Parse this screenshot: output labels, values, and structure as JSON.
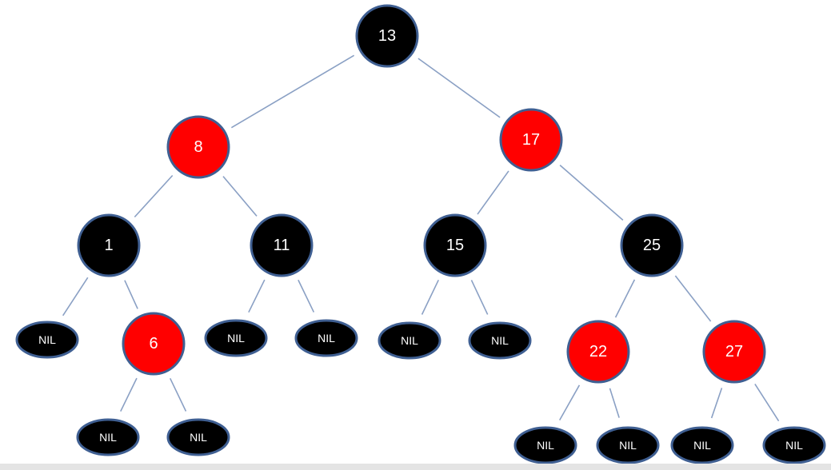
{
  "colors": {
    "black_node": "#000000",
    "red_node": "#ff0000",
    "node_border": "#3f5f92",
    "edge": "#8aa0c4",
    "label": "#ffffff"
  },
  "tree": {
    "nodes": [
      {
        "id": "n13",
        "label": "13",
        "color": "black"
      },
      {
        "id": "n8",
        "label": "8",
        "color": "red"
      },
      {
        "id": "n17",
        "label": "17",
        "color": "red"
      },
      {
        "id": "n1",
        "label": "1",
        "color": "black"
      },
      {
        "id": "n11",
        "label": "11",
        "color": "black"
      },
      {
        "id": "n15",
        "label": "15",
        "color": "black"
      },
      {
        "id": "n25",
        "label": "25",
        "color": "black"
      },
      {
        "id": "n6",
        "label": "6",
        "color": "red"
      },
      {
        "id": "n22",
        "label": "22",
        "color": "red"
      },
      {
        "id": "n27",
        "label": "27",
        "color": "red"
      },
      {
        "id": "nil1",
        "label": "NIL",
        "color": "black"
      },
      {
        "id": "nil6a",
        "label": "NIL",
        "color": "black"
      },
      {
        "id": "nil6b",
        "label": "NIL",
        "color": "black"
      },
      {
        "id": "nil11a",
        "label": "NIL",
        "color": "black"
      },
      {
        "id": "nil11b",
        "label": "NIL",
        "color": "black"
      },
      {
        "id": "nil15a",
        "label": "NIL",
        "color": "black"
      },
      {
        "id": "nil15b",
        "label": "NIL",
        "color": "black"
      },
      {
        "id": "nil22a",
        "label": "NIL",
        "color": "black"
      },
      {
        "id": "nil22b",
        "label": "NIL",
        "color": "black"
      },
      {
        "id": "nil27a",
        "label": "NIL",
        "color": "black"
      },
      {
        "id": "nil27b",
        "label": "NIL",
        "color": "black"
      }
    ],
    "edges": [
      [
        "n13",
        "n8"
      ],
      [
        "n13",
        "n17"
      ],
      [
        "n8",
        "n1"
      ],
      [
        "n8",
        "n11"
      ],
      [
        "n17",
        "n15"
      ],
      [
        "n17",
        "n25"
      ],
      [
        "n1",
        "nil1"
      ],
      [
        "n1",
        "n6"
      ],
      [
        "n6",
        "nil6a"
      ],
      [
        "n6",
        "nil6b"
      ],
      [
        "n11",
        "nil11a"
      ],
      [
        "n11",
        "nil11b"
      ],
      [
        "n15",
        "nil15a"
      ],
      [
        "n15",
        "nil15b"
      ],
      [
        "n25",
        "n22"
      ],
      [
        "n25",
        "n27"
      ],
      [
        "n22",
        "nil22a"
      ],
      [
        "n22",
        "nil22b"
      ],
      [
        "n27",
        "nil27a"
      ],
      [
        "n27",
        "nil27b"
      ]
    ]
  }
}
